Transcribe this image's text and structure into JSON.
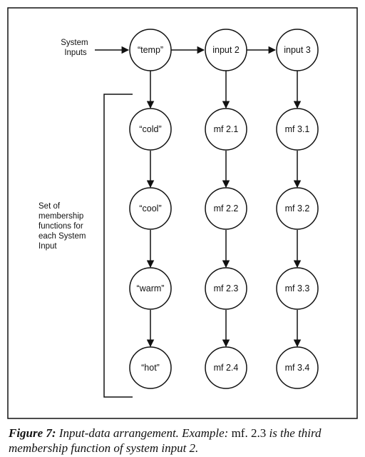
{
  "system_inputs_label": [
    "System",
    "Inputs"
  ],
  "membership_label": [
    "Set of",
    "membership",
    "functions for",
    "each System",
    "Input"
  ],
  "columns": [
    {
      "input": "“temp”",
      "functions": [
        "“cold”",
        "“cool”",
        "“warm”",
        "“hot”"
      ]
    },
    {
      "input": "input 2",
      "functions": [
        "mf 2.1",
        "mf 2.2",
        "mf 2.3",
        "mf 2.4"
      ]
    },
    {
      "input": "input 3",
      "functions": [
        "mf 3.1",
        "mf 3.2",
        "mf 3.3",
        "mf 3.4"
      ]
    }
  ],
  "caption": {
    "figure": "Figure 7:",
    "text_1": " Input-data arrangement. Example: ",
    "code": "mf. 2.3",
    "text_2": " is the third membership function of system input 2."
  },
  "colors": {
    "ink": "#111111",
    "background": "#ffffff"
  }
}
